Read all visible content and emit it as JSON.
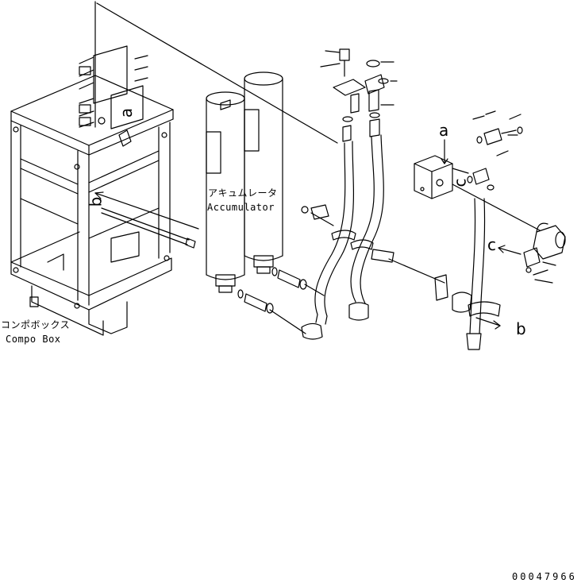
{
  "labels": {
    "accumulator_jp": "アキュムレータ",
    "accumulator_en": "Accumulator",
    "compo_box_jp": "コンポボックス",
    "compo_box_en": "Compo Box",
    "ref_a_left": "a",
    "ref_a_right": "a",
    "ref_b_left": "b",
    "ref_b_right": "b",
    "ref_c_upper": "c",
    "ref_c_lower": "c",
    "drawing_number": "00047966"
  },
  "colors": {
    "line": "#000000",
    "background": "#ffffff"
  }
}
